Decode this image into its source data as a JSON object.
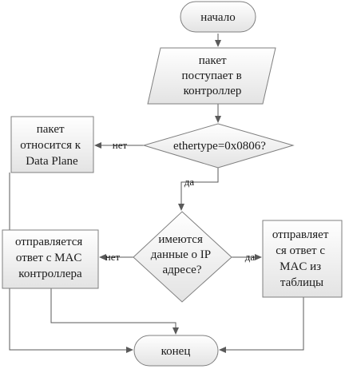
{
  "diagram": {
    "nodes": {
      "start": {
        "lines": [
          "начало"
        ]
      },
      "input": {
        "lines": [
          "пакет",
          "поступает в",
          "контроллер"
        ]
      },
      "decision_ethertype": {
        "lines": [
          "ethertype=0x0806?"
        ]
      },
      "data_plane": {
        "lines": [
          "пакет",
          "относится к",
          "Data Plane"
        ]
      },
      "decision_ip": {
        "lines": [
          "имеются",
          "данные о IP",
          "адресе?"
        ]
      },
      "reply_controller_mac": {
        "lines": [
          "отправляется",
          "ответ с MAC",
          "контроллера"
        ]
      },
      "reply_table_mac": {
        "lines": [
          "отправляет",
          "ся ответ с",
          "MAC из",
          "таблицы"
        ]
      },
      "end": {
        "lines": [
          "конец"
        ]
      }
    },
    "edges": {
      "no_label_1": "нет",
      "yes_label_1": "да",
      "no_label_2": "нет",
      "yes_label_2": "да"
    },
    "colors": {
      "fill_light": "#ffffff",
      "fill_dark": "#e3e3e3",
      "stroke": "#7f7f7f",
      "line": "#5a5a5a"
    }
  }
}
